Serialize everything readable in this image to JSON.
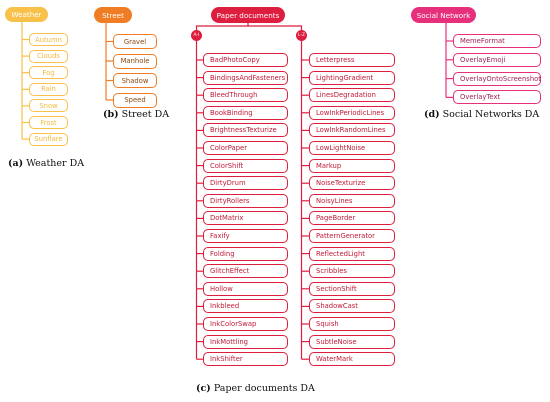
{
  "colors": {
    "weather": "#f7c14a",
    "street": "#f07c23",
    "paper": "#dd1e3e",
    "social": "#e6307c"
  },
  "weather": {
    "title": "Weather",
    "items": [
      "Autumn",
      "Clouds",
      "Fog",
      "Rain",
      "Snow",
      "Frost",
      "Sunflare"
    ],
    "caption_letter": "(a)",
    "caption_text": "Weather DA"
  },
  "street": {
    "title": "Street",
    "items": [
      "Gravel",
      "Manhole",
      "Shadow",
      "Speed"
    ],
    "caption_letter": "(b)",
    "caption_text": "Street DA"
  },
  "paper": {
    "title": "Paper documents",
    "left_label": "A-I",
    "right_label": "L-Z",
    "left_items": [
      "BadPhotoCopy",
      "BindingsAndFasteners",
      "BleedThrough",
      "BookBinding",
      "BrightnessTexturize",
      "ColorPaper",
      "ColorShift",
      "DirtyDrum",
      "DirtyRollers",
      "DotMatrix",
      "Faxify",
      "Folding",
      "GlitchEffect",
      "Hollow",
      "Inkbleed",
      "InkColorSwap",
      "InkMottling",
      "InkShifter"
    ],
    "right_items": [
      "Letterpress",
      "LightingGradient",
      "LinesDegradation",
      "LowInkPeriodicLines",
      "LowInkRandomLines",
      "LowLightNoise",
      "Markup",
      "NoiseTexturize",
      "NoisyLines",
      "PageBorder",
      "PatternGenerator",
      "ReflectedLight",
      "Scribbles",
      "SectionShift",
      "ShadowCast",
      "Squish",
      "SubtleNoise",
      "WaterMark"
    ],
    "caption_letter": "(c)",
    "caption_text": "Paper documents DA"
  },
  "social": {
    "title": "Social Network",
    "items": [
      "MemeFormat",
      "OverlayEmoji",
      "OverlayOntoScreenshot",
      "OverlayText"
    ],
    "caption_letter": "(d)",
    "caption_text": "Social Networks DA"
  }
}
